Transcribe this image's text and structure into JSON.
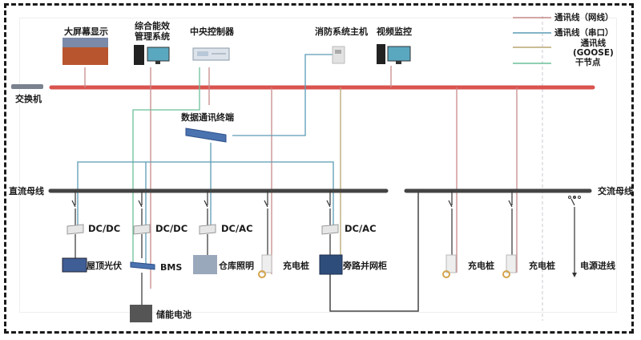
{
  "title": "储能系统网络结构示意图",
  "legend": [
    {
      "label": "通讯线（网线）",
      "color": "#c98a8a"
    },
    {
      "label": "通讯线（串口）",
      "color": "#5b9bb5"
    },
    {
      "label": "通讯线\n(GOOSE)",
      "color": "#b8a670"
    },
    {
      "label": "干节点",
      "color": "#6cbf9a"
    }
  ],
  "colors": {
    "ethernet_bus": "#d9534f",
    "power_bus": "#444444",
    "network": "#c98a8a",
    "serial": "#5b9bb5",
    "goose": "#b8a670",
    "dry_contact": "#6cbf9a"
  },
  "top_devices": {
    "big_screen": "大屏幕显示",
    "energy_mgmt": "综合能效\n管理系统",
    "central_controller": "中央控制器",
    "fire_host": "消防系统主机",
    "video": "视频监控"
  },
  "switch_label": "交换机",
  "data_terminal": "数据通讯终端",
  "dc_bus_label": "直流母线",
  "ac_bus_label": "交流母线",
  "converters": [
    "DC/DC",
    "DC/DC",
    "DC/AC",
    "DC/AC"
  ],
  "loads": {
    "pv": "屋顶光伏",
    "bms": "BMS",
    "lighting": "仓库照明",
    "charger1": "充电桩",
    "bypass": "旁路并网柜",
    "charger2": "充电桩",
    "charger3": "充电桩",
    "power_in": "电源进线",
    "battery": "储能电池"
  }
}
